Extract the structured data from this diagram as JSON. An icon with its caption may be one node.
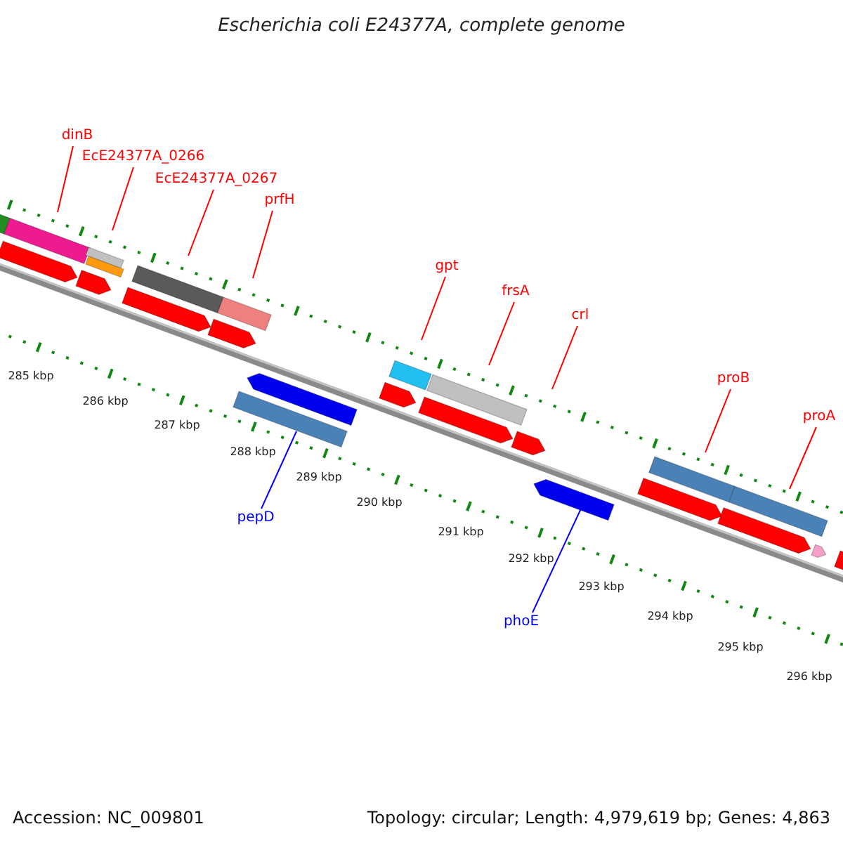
{
  "diagram": {
    "title": "Escherichia coli E24377A, complete genome",
    "nodes": [
      {
        "text": [
          "dinB"
        ]
      },
      {
        "text": [
          "EcE24377A_0266"
        ]
      },
      {
        "text": [
          "EcE24377A_0267"
        ]
      },
      {
        "text": [
          "prfH"
        ]
      },
      {
        "text": [
          "gpt"
        ]
      },
      {
        "text": [
          "frsA"
        ]
      },
      {
        "text": [
          "crl"
        ]
      },
      {
        "text": [
          "proB"
        ]
      },
      {
        "text": [
          "proA"
        ]
      },
      {
        "text": [
          "pepD"
        ]
      },
      {
        "text": [
          "phoE"
        ]
      },
      {
        "text": [],
        "shape": "bar"
      },
      {
        "text": [],
        "shape": "bar"
      }
    ],
    "edges": [
      {
        "from": 0,
        "to": null,
        "arrow": "none"
      },
      {
        "from": 1,
        "to": null,
        "arrow": "none"
      },
      {
        "from": 2,
        "to": null,
        "arrow": "none"
      },
      {
        "from": 3,
        "to": null,
        "arrow": "none"
      },
      {
        "from": 4,
        "to": null,
        "arrow": "none"
      },
      {
        "from": 5,
        "to": null,
        "arrow": "none"
      },
      {
        "from": 6,
        "to": null,
        "arrow": "none"
      },
      {
        "from": 7,
        "to": null,
        "arrow": "none"
      },
      {
        "from": 8,
        "to": null,
        "arrow": "none"
      },
      {
        "from": 9,
        "to": 11,
        "arrow": "none",
        "color": "#0000ff"
      },
      {
        "from": 10,
        "to": 12,
        "arrow": "none",
        "color": "#0000ff"
      }
    ],
    "labels": [
      "285 kbp",
      "286 kbp",
      "287 kbp",
      "288 kbp",
      "289 kbp",
      "290 kbp",
      "291 kbp",
      "292 kbp",
      "293 kbp",
      "294 kbp",
      "295 kbp",
      "296 kbp",
      "Accession: NC_009801",
      "Topology: circular; Length: 4,979,619 bp; Genes: 4,863"
    ]
  }
}
